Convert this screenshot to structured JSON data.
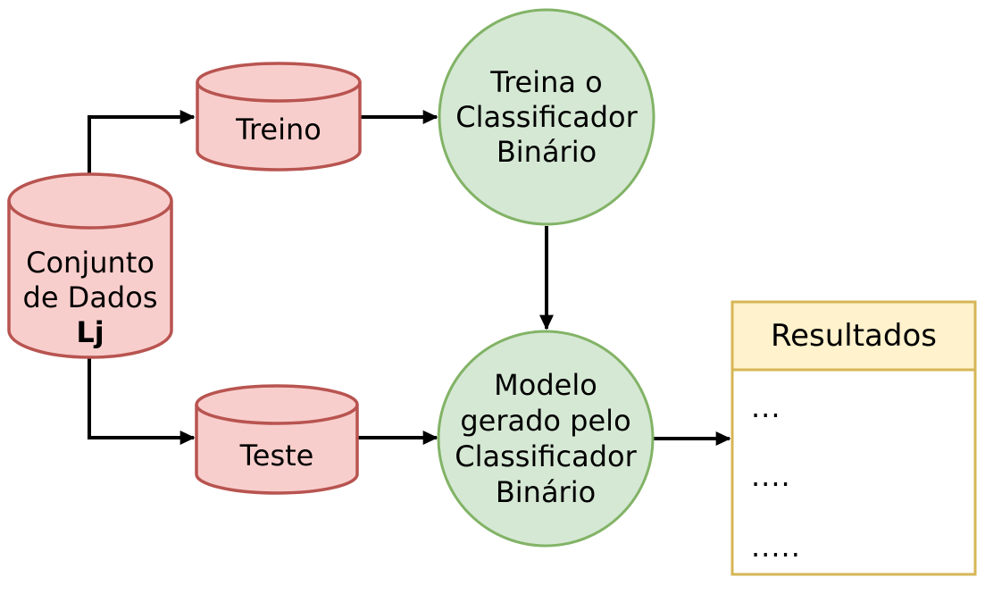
{
  "diagram": {
    "type": "flowchart",
    "language": "pt-BR",
    "background": "#ffffff",
    "colors": {
      "dataset_fill": "#f8cecc",
      "dataset_stroke": "#b85450",
      "process_fill": "#d5e8d4",
      "process_stroke": "#82b366",
      "results_header_fill": "#fff2cc",
      "results_body_fill": "#ffffff",
      "results_stroke": "#d6b656",
      "arrow_color": "#000000",
      "text_color": "#000000"
    },
    "nodes": {
      "dataset": {
        "shape": "cylinder",
        "lines": [
          "Conjunto",
          "de Dados",
          "Lj"
        ]
      },
      "treino": {
        "shape": "cylinder",
        "label": "Treino"
      },
      "teste": {
        "shape": "cylinder",
        "label": "Teste"
      },
      "treina_classificador": {
        "shape": "circle",
        "lines": [
          "Treina o",
          "Classificador",
          "Binário"
        ]
      },
      "modelo_gerado": {
        "shape": "circle",
        "lines": [
          "Modelo",
          "gerado pelo",
          "Classificador",
          "Binário"
        ]
      },
      "resultados": {
        "shape": "list",
        "title": "Resultados",
        "items": [
          "...",
          "....",
          "....."
        ]
      }
    },
    "edges": [
      {
        "from": "dataset",
        "to": "treino"
      },
      {
        "from": "treino",
        "to": "treina_classificador"
      },
      {
        "from": "treina_classificador",
        "to": "modelo_gerado"
      },
      {
        "from": "dataset",
        "to": "teste"
      },
      {
        "from": "teste",
        "to": "modelo_gerado"
      },
      {
        "from": "modelo_gerado",
        "to": "resultados"
      }
    ]
  }
}
